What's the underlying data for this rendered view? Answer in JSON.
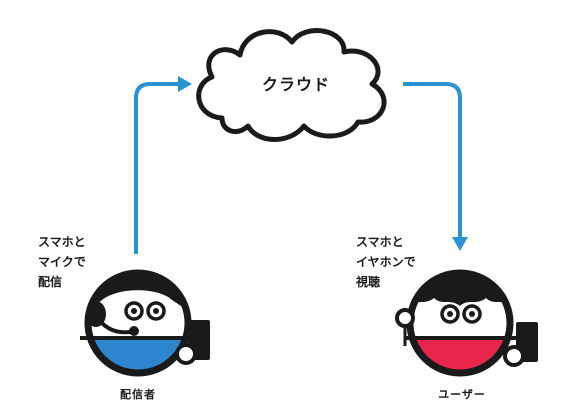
{
  "cloud": {
    "label": "クラウド"
  },
  "broadcaster": {
    "desc_lines": [
      "スマホと",
      "マイクで",
      "配信"
    ],
    "role": "配信者",
    "shirt_color": "#2b86cf"
  },
  "viewer": {
    "desc_lines": [
      "スマホと",
      "イヤホンで",
      "視聴"
    ],
    "role": "ユーザー",
    "shirt_color": "#e8264d"
  },
  "colors": {
    "arrow": "#2a93d4",
    "ink": "#1a1a1a"
  }
}
